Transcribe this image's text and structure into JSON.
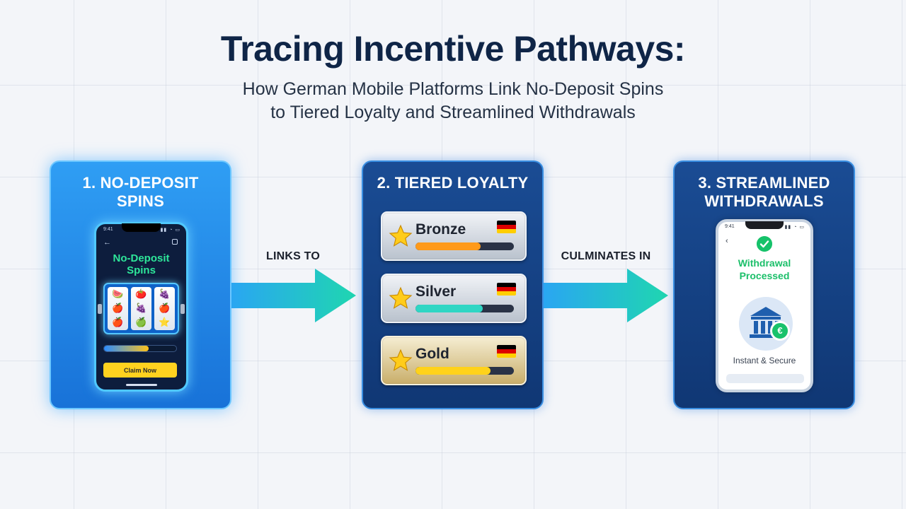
{
  "header": {
    "title": "Tracing Incentive Pathways:",
    "subtitle_line1": "How German Mobile Platforms Link No-Deposit Spins",
    "subtitle_line2": "to Tiered Loyalty and Streamlined Withdrawals"
  },
  "steps": [
    {
      "title_line1": "1. NO-DEPOSIT",
      "title_line2": "SPINS",
      "phone": {
        "status_time": "9:41",
        "status_icons": "▮▮ ◔ ▭",
        "back_icon": "arrow-left-icon",
        "heading_line1": "No-Deposit",
        "heading_line2": "Spins",
        "reel_symbols": [
          "🍉",
          "🍅",
          "🍇",
          "🍎",
          "🍇",
          "🍎",
          "🍎",
          "🍏",
          "⭐"
        ],
        "progress": 0.62,
        "button_label": "Claim Now"
      }
    },
    {
      "title": "2. TIERED LOYALTY",
      "tiers": [
        {
          "name": "Bronze",
          "progress": 0.66,
          "bar_color": "#ff9a1a"
        },
        {
          "name": "Silver",
          "progress": 0.68,
          "bar_color": "#2fd6c4"
        },
        {
          "name": "Gold",
          "progress": 0.76,
          "bar_color": "#ffd21a"
        }
      ]
    },
    {
      "title_line1": "3. STREAMLINED",
      "title_line2": "WITHDRAWALS",
      "phone": {
        "status_time": "9:41",
        "status_icons": "▮▮ ◔ ▭",
        "heading_line1": "Withdrawal",
        "heading_line2": "Processed",
        "badge_symbol": "€",
        "footer_text": "Instant & Secure"
      }
    }
  ],
  "connectors": [
    {
      "label": "LINKS TO"
    },
    {
      "label": "CULMINATES IN"
    }
  ],
  "colors": {
    "title": "#0f2547",
    "accent_green": "#1cbf6a",
    "accent_blue": "#2f9ef4",
    "arrow_start": "#2aa6f2",
    "arrow_end": "#1fd6b0",
    "card_navy": "#103774"
  }
}
